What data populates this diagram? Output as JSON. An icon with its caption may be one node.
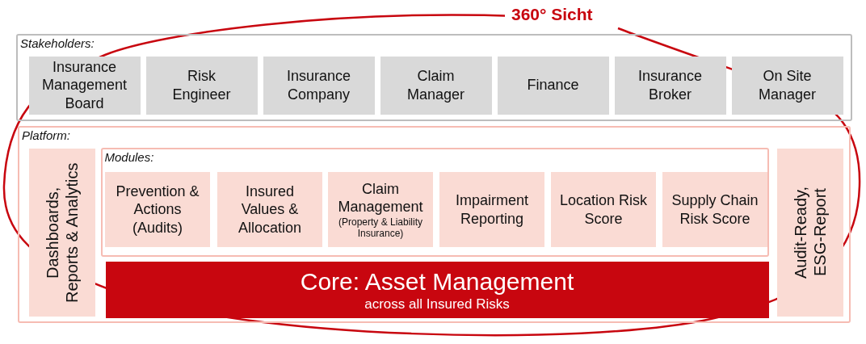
{
  "diagram": {
    "nodes": [
      {
        "text": [
          "Stakeholders:"
        ]
      },
      {
        "text": [
          "Insurance Management Board"
        ],
        "in": 0
      },
      {
        "text": [
          "Risk Engineer"
        ],
        "in": 0
      },
      {
        "text": [
          "Insurance Company"
        ],
        "in": 0
      },
      {
        "text": [
          "Claim Manager"
        ],
        "in": 0
      },
      {
        "text": [
          "Finance"
        ],
        "in": 0
      },
      {
        "text": [
          "Insurance Broker"
        ],
        "in": 0
      },
      {
        "text": [
          "On Site Manager"
        ],
        "in": 0
      },
      {
        "text": [
          "Platform:"
        ]
      },
      {
        "text": [
          "Dashboards, Reports & Analytics"
        ],
        "in": 8
      },
      {
        "text": [
          "Modules:"
        ],
        "in": 8
      },
      {
        "text": [
          "Prevention & Actions (Audits)"
        ],
        "in": 10
      },
      {
        "text": [
          "Insured Values & Allocation"
        ],
        "in": 10
      },
      {
        "text": [
          "Claim Management",
          "(Property & Liability Insurance)"
        ],
        "in": 10
      },
      {
        "text": [
          "Impairment Reporting"
        ],
        "in": 10
      },
      {
        "text": [
          "Location Risk Score"
        ],
        "in": 10
      },
      {
        "text": [
          "Supply Chain Risk Score"
        ],
        "in": 10
      },
      {
        "text": [
          "Core: Asset Management",
          "across all Insured Risks"
        ],
        "in": 8
      },
      {
        "text": [
          "Audit-Ready, ESG-Report"
        ],
        "in": 8
      }
    ],
    "labels": [
      "360° Sicht"
    ]
  }
}
